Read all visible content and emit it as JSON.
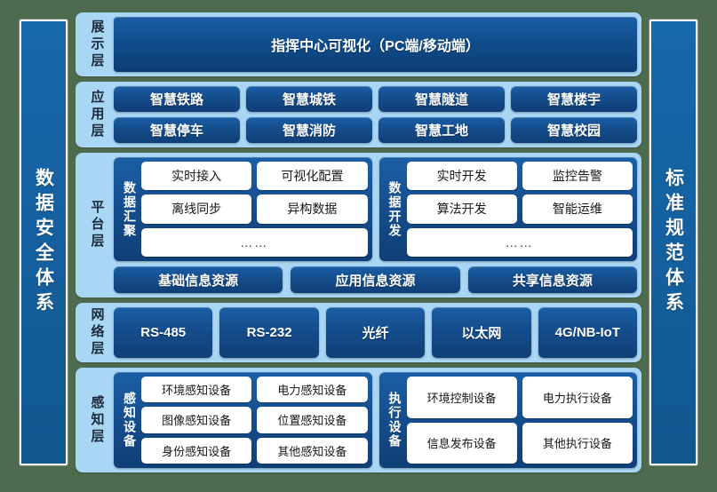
{
  "side": {
    "left_label": "数据安全体系",
    "right_label": "标准规范体系"
  },
  "colors": {
    "page_background": "#4e6b4f",
    "layer_background": "#a9d6f5",
    "pill_blue": "#154d8c",
    "side_bar_blue": "#145f9e",
    "card_white": "#ffffff",
    "label_text": "#1b2a3a"
  },
  "layers": {
    "display": {
      "label": "展示层",
      "banner": "指挥中心可视化（PC端/移动端）"
    },
    "application": {
      "label": "应用层",
      "rows": [
        [
          "智慧铁路",
          "智慧城铁",
          "智慧隧道",
          "智慧楼宇"
        ],
        [
          "智慧停车",
          "智慧消防",
          "智慧工地",
          "智慧校园"
        ]
      ]
    },
    "platform": {
      "label": "平台层",
      "groups": [
        {
          "label": "数据汇聚",
          "rows": [
            [
              "实时接入",
              "可视化配置"
            ],
            [
              "离线同步",
              "异构数据"
            ],
            [
              "……"
            ]
          ]
        },
        {
          "label": "数据开发",
          "rows": [
            [
              "实时开发",
              "监控告警"
            ],
            [
              "算法开发",
              "智能运维"
            ],
            [
              "……"
            ]
          ]
        }
      ],
      "resources": [
        "基础信息资源",
        "应用信息资源",
        "共享信息资源"
      ]
    },
    "network": {
      "label": "网络层",
      "items": [
        "RS-485",
        "RS-232",
        "光纤",
        "以太网",
        "4G/NB-IoT"
      ]
    },
    "sense": {
      "label": "感知层",
      "groups": [
        {
          "label": "感知设备",
          "rows": [
            [
              "环境感知设备",
              "电力感知设备"
            ],
            [
              "图像感知设备",
              "位置感知设备"
            ],
            [
              "身份感知设备",
              "其他感知设备"
            ]
          ]
        },
        {
          "label": "执行设备",
          "rows": [
            [
              "环境控制设备",
              "电力执行设备"
            ],
            [
              "信息发布设备",
              "其他执行设备"
            ]
          ]
        }
      ]
    }
  }
}
